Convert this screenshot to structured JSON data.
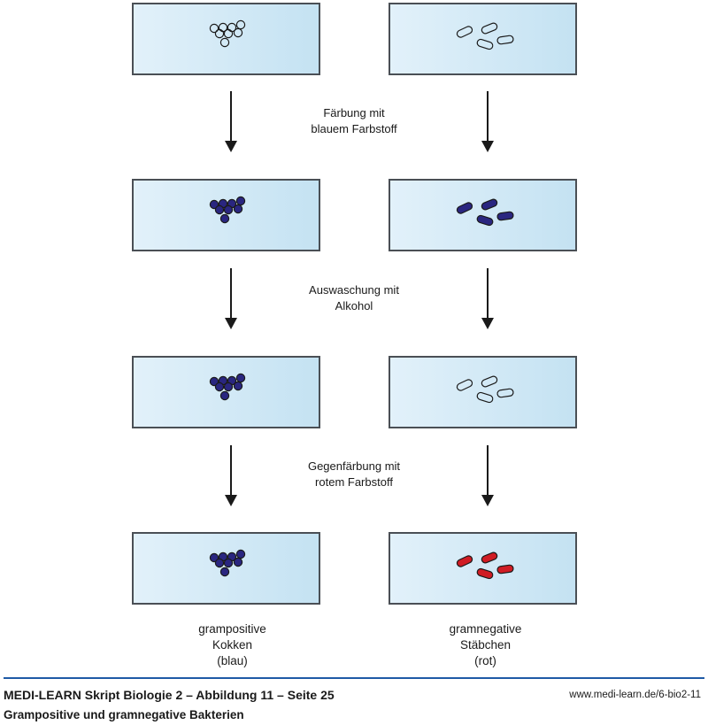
{
  "diagram": {
    "steps": [
      {
        "label_line1": "Färbung mit",
        "label_line2": "blauem Farbstoff"
      },
      {
        "label_line1": "Auswaschung mit",
        "label_line2": "Alkohol"
      },
      {
        "label_line1": "Gegenfärbung mit",
        "label_line2": "rotem Farbstoff"
      }
    ],
    "stages": [
      {
        "name": "unstained",
        "cocci_fill": "none",
        "rods_fill": "none"
      },
      {
        "name": "after-blue-stain",
        "cocci_fill": "#2a2680",
        "rods_fill": "#2a2680"
      },
      {
        "name": "after-alcohol-wash",
        "cocci_fill": "#2a2680",
        "rods_fill": "none"
      },
      {
        "name": "after-counterstain",
        "cocci_fill": "#2a2680",
        "rods_fill": "#d01c24"
      }
    ],
    "results": {
      "left": {
        "line1": "grampositive",
        "line2": "Kokken",
        "line3": "(blau)"
      },
      "right": {
        "line1": "gramnegative",
        "line2": "Stäbchen",
        "line3": "(rot)"
      }
    }
  },
  "footer": {
    "title": "MEDI-LEARN Skript Biologie 2 – Abbildung 11 – Seite 25",
    "url": "www.medi-learn.de/6-bio2-11",
    "subtitle": "Grampositive und gramnegative Bakterien",
    "rule_color": "#1f5aa6"
  }
}
